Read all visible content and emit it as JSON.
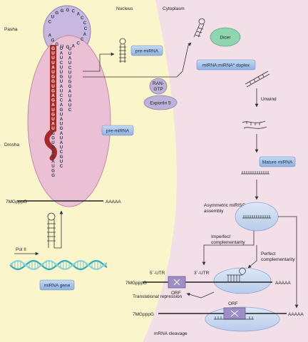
{
  "compartments": {
    "nucleus": "Nucleus",
    "cytoplasm": "Cytoplasm"
  },
  "proteins": {
    "pasha": "Pasha",
    "drosha": "Drosha",
    "dicer": "Dicer",
    "ran_gtp_line1": "RAN-",
    "ran_gtp_line2": "GTP",
    "exportin": "Exportin 5",
    "pol2": "Pol II"
  },
  "boxes": {
    "pre_mirna_top": "pre-miRNA",
    "pre_mirna_mid": "pre-miRNA",
    "duplex": "miRNA:miRNA* duplex",
    "mature": "Mature miRNA",
    "gene": "miRNA gene"
  },
  "labels": {
    "unwind": "Unwind",
    "asym_line1": "Asymmetric miRISC",
    "asym_line2": "assembly",
    "imperfect_line1": "Imperfect",
    "imperfect_line2": "complementarity",
    "perfect_line1": "Perfect",
    "perfect_line2": "complementarity",
    "utr5": "5´-UTR",
    "utr3": "3´-UTR",
    "orf1": "ORF",
    "orf2": "ORF",
    "cap1": "7MGpppG",
    "cap2": "7MGpppG",
    "cap3": "7MGpppG",
    "polyA1": "AAAAA",
    "polyA2": "AAAAA",
    "polyA3": "AAAAA",
    "repression": "Translational repression",
    "cleavage": "mRNA cleavage"
  },
  "hairpin": {
    "loop": "CUGGGCACCCACCAGUGGA",
    "left_strand": "GUUUAUGGUGAGAUGUAUGGUGAGAUGG",
    "right_strand": "UAUCUUGUAUCCAGUAUGAUAUCGUCUUAUCUUGGAUAUC"
  },
  "colors": {
    "nucleus": "#fbf5cc",
    "cytoplasm": "#f2dfe8",
    "drosha": "#ecc0d4",
    "pasha": "#c8b7de",
    "mature_strand": "#a52a2a",
    "protein_purple": "#bdb2d8",
    "dicer": "#8fd6b0",
    "label_box": "#a9c6ea",
    "risc": "#c5d6ef"
  }
}
